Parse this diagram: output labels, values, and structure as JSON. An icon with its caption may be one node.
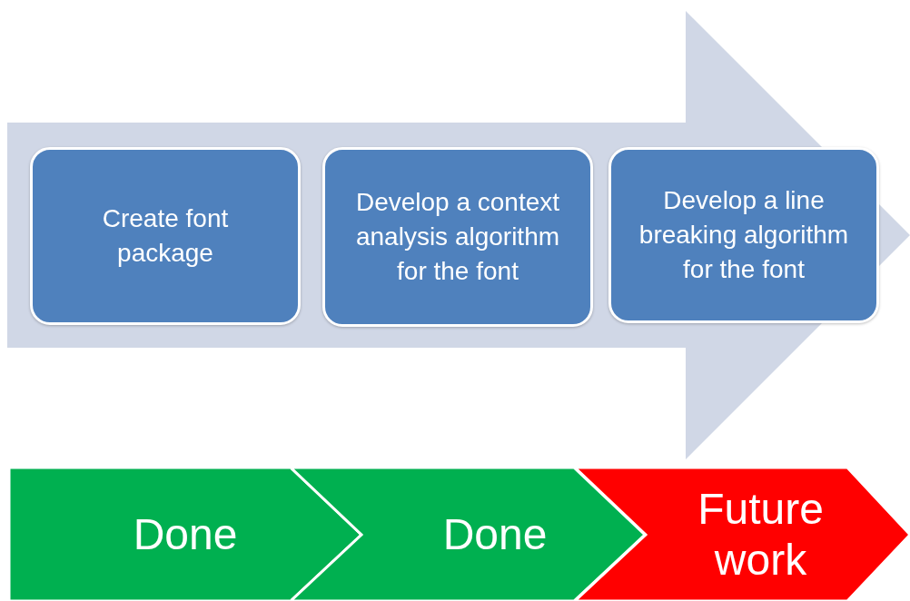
{
  "diagram": {
    "nodes": [
      {
        "text": [],
        "shape": "arrow"
      },
      {
        "text": [
          "Create font package"
        ],
        "in": 0
      },
      {
        "text": [
          "Develop a context analysis algorithm for the font"
        ],
        "in": 0
      },
      {
        "text": [
          "Develop a line breaking algorithm for the font"
        ],
        "in": 0
      },
      {
        "text": [
          "Done"
        ]
      },
      {
        "text": [
          "Done"
        ]
      },
      {
        "text": [
          "Future work"
        ]
      }
    ]
  }
}
